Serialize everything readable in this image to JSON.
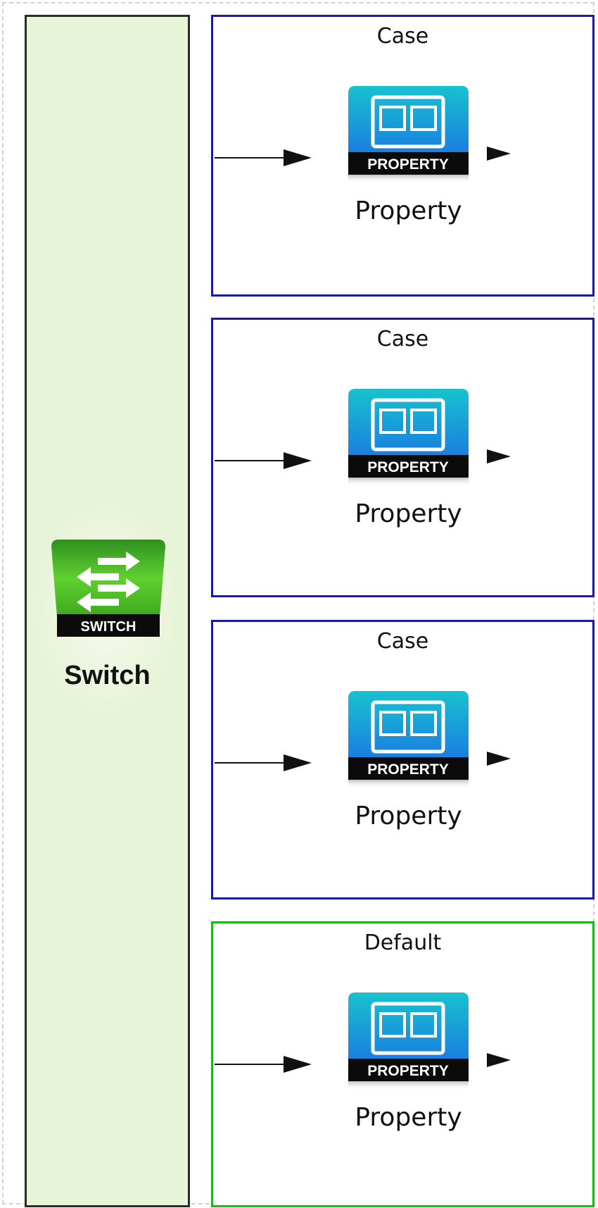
{
  "switch": {
    "label": "Switch",
    "icon": "switch-icon",
    "icon_text": "SWITCH",
    "panel_color": "#e8f4d8"
  },
  "cases": [
    {
      "title": "Case",
      "node_label": "Property",
      "node_icon": "property-icon",
      "node_icon_text": "PROPERTY"
    },
    {
      "title": "Case",
      "node_label": "Property",
      "node_icon": "property-icon",
      "node_icon_text": "PROPERTY"
    },
    {
      "title": "Case",
      "node_label": "Property",
      "node_icon": "property-icon",
      "node_icon_text": "PROPERTY"
    },
    {
      "title": "Default",
      "node_label": "Property",
      "node_icon": "property-icon",
      "node_icon_text": "PROPERTY"
    }
  ],
  "colors": {
    "case_border": "#1a1aa8",
    "default_border": "#1ab81a",
    "switch_border": "#2b2b2b"
  }
}
